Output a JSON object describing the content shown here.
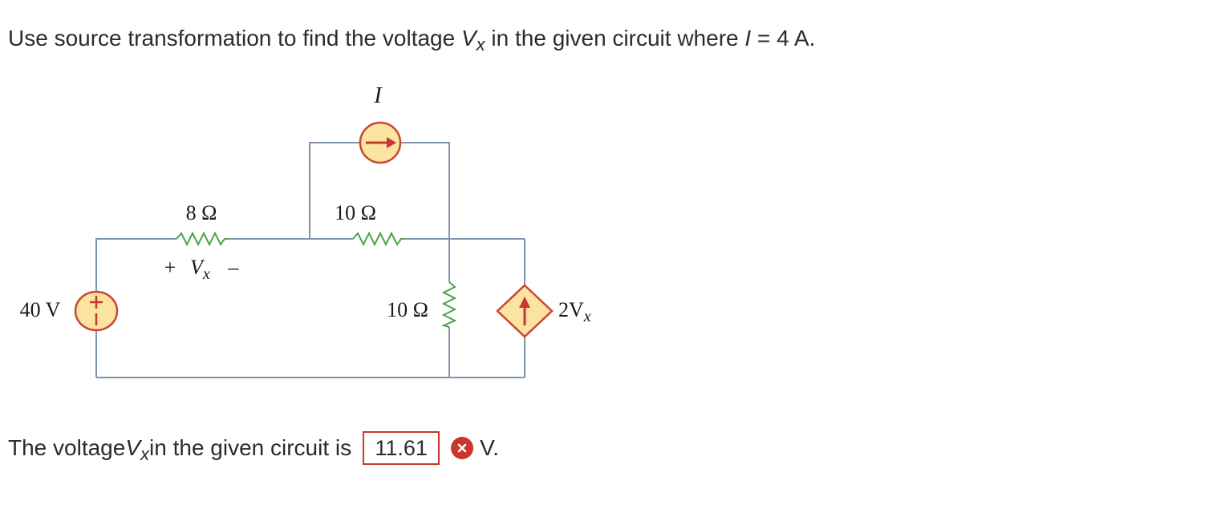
{
  "question": {
    "prefix": "Use source transformation to find the voltage ",
    "var_main": "V",
    "var_sub": "x",
    "middle": " in the given circuit where ",
    "current_symbol": "I",
    "suffix": " = 4 A."
  },
  "circuit": {
    "source_current_label": "I",
    "resistor_8_label": "8 Ω",
    "resistor_10_top_label": "10 Ω",
    "resistor_10_vert_label": "10 Ω",
    "vx_plus": "+",
    "vx_main": "V",
    "vx_sub": "x",
    "vx_minus": "–",
    "voltage_source_label": "40 V",
    "dependent_main": "2V",
    "dependent_sub": "x"
  },
  "answer": {
    "prefix": "The voltage ",
    "var_main": "V",
    "var_sub": "x",
    "middle": " in the given circuit is",
    "value": "11.61",
    "unit": "V.",
    "status": "incorrect",
    "status_color": "#c8372d"
  }
}
